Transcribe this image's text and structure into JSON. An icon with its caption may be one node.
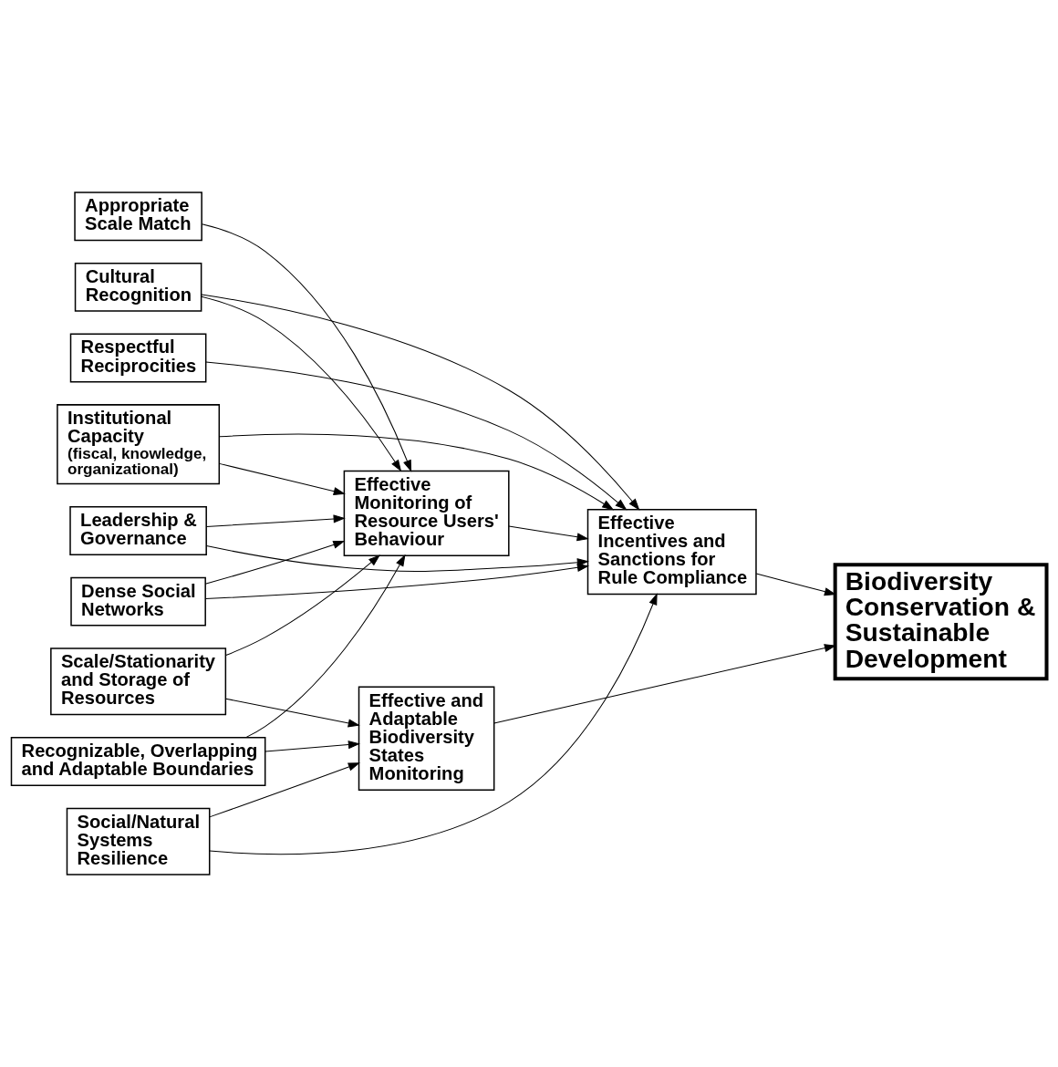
{
  "diagram": {
    "nodes": [
      {
        "text": [
          "Appropriate Scale Match"
        ]
      },
      {
        "text": [
          "Cultural Recognition"
        ]
      },
      {
        "text": [
          "Respectful Reciprocities"
        ]
      },
      {
        "text": [
          "Institutional Capacity",
          "(fiscal, knowledge, organizational)"
        ]
      },
      {
        "text": [
          "Leadership & Governance"
        ]
      },
      {
        "text": [
          "Dense Social Networks"
        ]
      },
      {
        "text": [
          "Scale/Stationarity and Storage of Resources"
        ]
      },
      {
        "text": [
          "Recognizable, Overlapping and Adaptable Boundaries"
        ]
      },
      {
        "text": [
          "Social/Natural Systems Resilience"
        ]
      },
      {
        "text": [
          "Effective Monitoring of Resource Users' Behaviour"
        ]
      },
      {
        "text": [
          "Effective Incentives and Sanctions for Rule Compliance"
        ]
      },
      {
        "text": [
          "Effective and Adaptable Biodiversity States Monitoring"
        ]
      },
      {
        "text": [
          "Biodiversity Conservation & Sustainable Development"
        ]
      }
    ],
    "edges": [
      {
        "from": 0,
        "to": 9,
        "arrow": "to"
      },
      {
        "from": 1,
        "to": 9,
        "arrow": "to"
      },
      {
        "from": 1,
        "to": 10,
        "arrow": "to"
      },
      {
        "from": 2,
        "to": 10,
        "arrow": "to"
      },
      {
        "from": 3,
        "to": 9,
        "arrow": "to"
      },
      {
        "from": 3,
        "to": 10,
        "arrow": "to"
      },
      {
        "from": 4,
        "to": 9,
        "arrow": "to"
      },
      {
        "from": 4,
        "to": 10,
        "arrow": "to"
      },
      {
        "from": 5,
        "to": 9,
        "arrow": "to"
      },
      {
        "from": 5,
        "to": 10,
        "arrow": "to"
      },
      {
        "from": 6,
        "to": 9,
        "arrow": "to"
      },
      {
        "from": 6,
        "to": 11,
        "arrow": "to"
      },
      {
        "from": 7,
        "to": 9,
        "arrow": "to"
      },
      {
        "from": 7,
        "to": 11,
        "arrow": "to"
      },
      {
        "from": 8,
        "to": 10,
        "arrow": "to"
      },
      {
        "from": 8,
        "to": 11,
        "arrow": "to"
      },
      {
        "from": 9,
        "to": 10,
        "arrow": "to"
      },
      {
        "from": 10,
        "to": 12,
        "arrow": "to"
      },
      {
        "from": 11,
        "to": 12,
        "arrow": "to"
      }
    ]
  }
}
